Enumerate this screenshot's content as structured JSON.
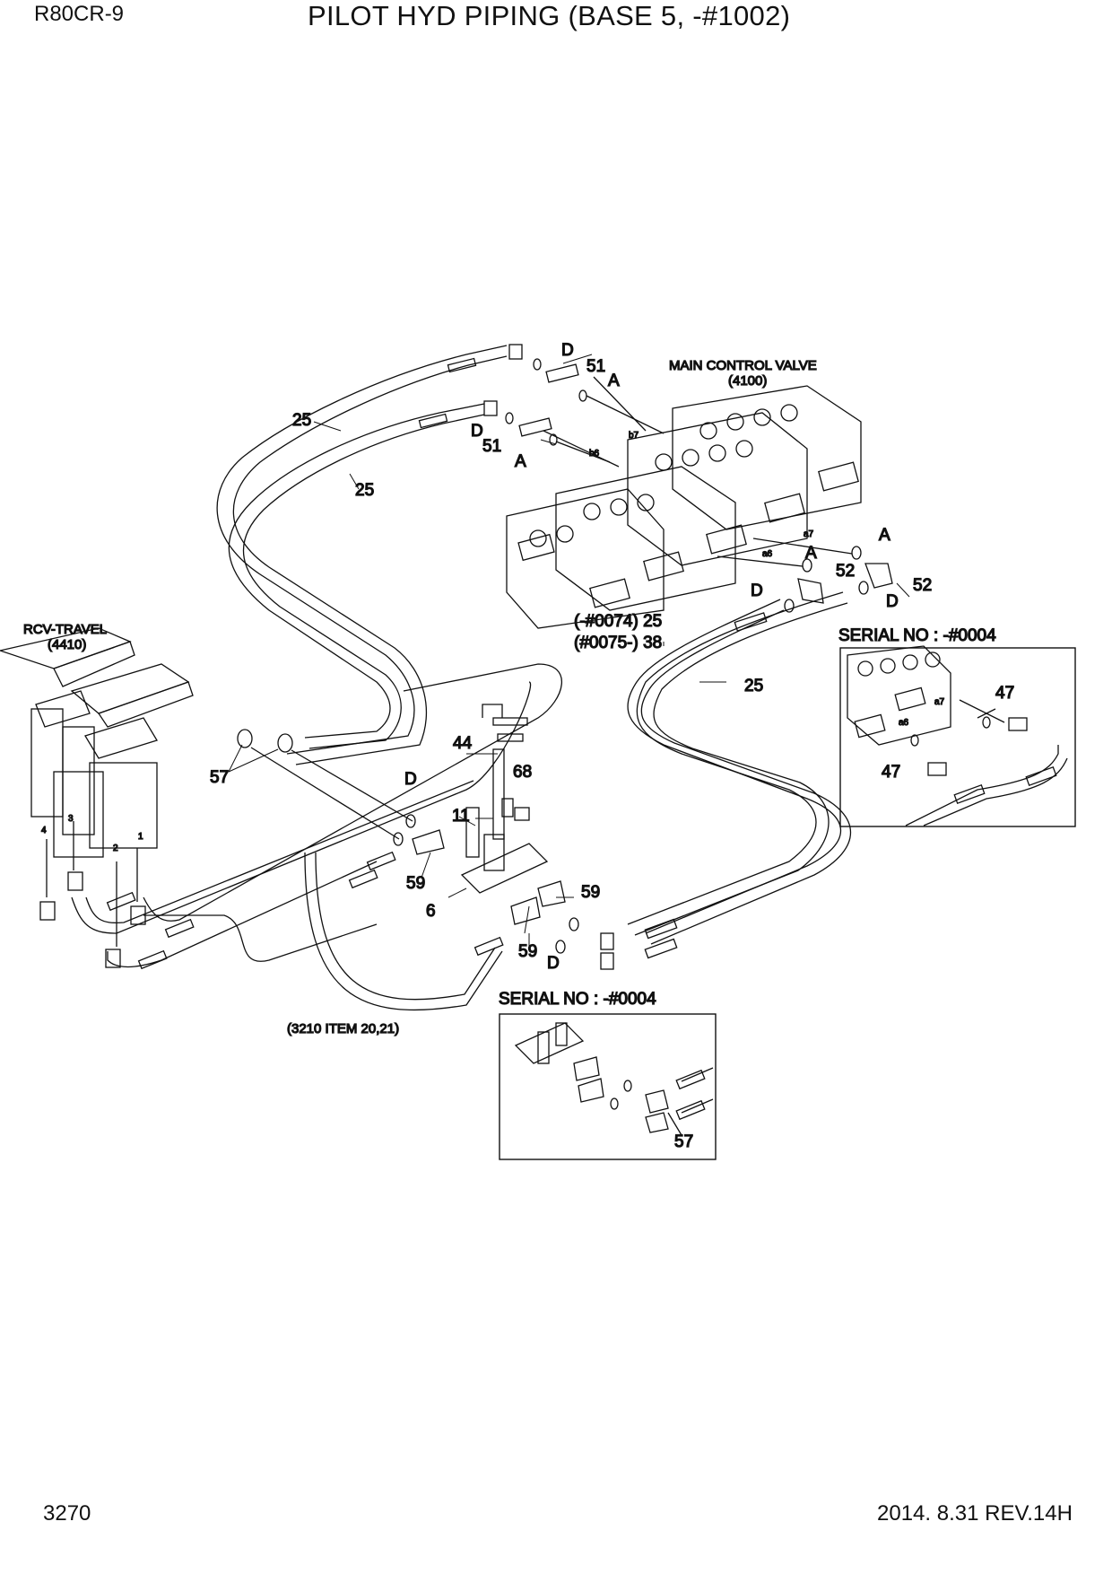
{
  "header": {
    "model": "R80CR-9",
    "title": "PILOT HYD PIPING (BASE 5, -#1002)"
  },
  "footer": {
    "page_number": "3270",
    "revision": "2014. 8.31  REV.14H"
  },
  "assemblies": {
    "main_control_valve": {
      "name": "MAIN CONTROL VALVE",
      "ref": "(4100)"
    },
    "rcv_travel": {
      "name": "RCV-TRAVEL",
      "ref": "(4410)"
    },
    "reference_note": "(3210 ITEM 20,21)"
  },
  "callouts": {
    "hose_25_a": "25",
    "hose_25_b": "25",
    "hose_25_c": "25",
    "serial_variant_25": "(-#0074) 25",
    "serial_variant_38": "(#0075-) 38",
    "d_1": "D",
    "d_2": "D",
    "d_3": "D",
    "d_4": "D",
    "d_5": "D",
    "d_6": "D",
    "a_1": "A",
    "a_2": "A",
    "a_3": "A",
    "a_4": "A",
    "n51_a": "51",
    "n51_b": "51",
    "n52_a": "52",
    "n52_b": "52",
    "n57": "57",
    "n44": "44",
    "n68": "68",
    "n11": "11",
    "n59_a": "59",
    "n59_b": "59",
    "n59_c": "59",
    "n6": "6",
    "port_b7": "b7",
    "port_b6": "b6",
    "port_a7": "a7",
    "port_a6": "a6",
    "pedal_1": "1",
    "pedal_2": "2",
    "pedal_3": "3",
    "pedal_4": "4"
  },
  "inset_top": {
    "title": "SERIAL NO : -#0004",
    "label_47_a": "47",
    "label_47_b": "47",
    "port_a7": "a7",
    "port_a6": "a6"
  },
  "inset_bottom": {
    "title": "SERIAL NO : -#0004",
    "label_57": "57"
  }
}
